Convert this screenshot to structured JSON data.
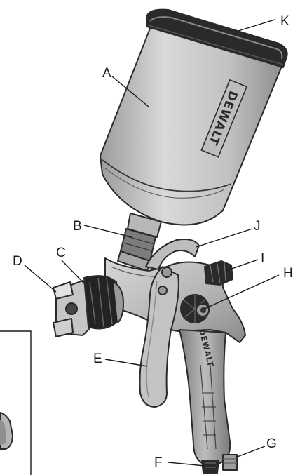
{
  "figure": {
    "brand_cup": "DEWALT",
    "brand_handle": "DEWALT",
    "callouts": [
      {
        "id": "A",
        "label": "A"
      },
      {
        "id": "B",
        "label": "B"
      },
      {
        "id": "C",
        "label": "C"
      },
      {
        "id": "D",
        "label": "D"
      },
      {
        "id": "E",
        "label": "E"
      },
      {
        "id": "F",
        "label": "F"
      },
      {
        "id": "G",
        "label": "G"
      },
      {
        "id": "H",
        "label": "H"
      },
      {
        "id": "I",
        "label": "I"
      },
      {
        "id": "J",
        "label": "J"
      },
      {
        "id": "K",
        "label": "K"
      }
    ]
  },
  "colors": {
    "line": "#1a1a1a",
    "body_light": "#cfcfcf",
    "body_mid": "#a9a9a9",
    "body_dark": "#6f6f6f",
    "black_part": "#222222"
  }
}
